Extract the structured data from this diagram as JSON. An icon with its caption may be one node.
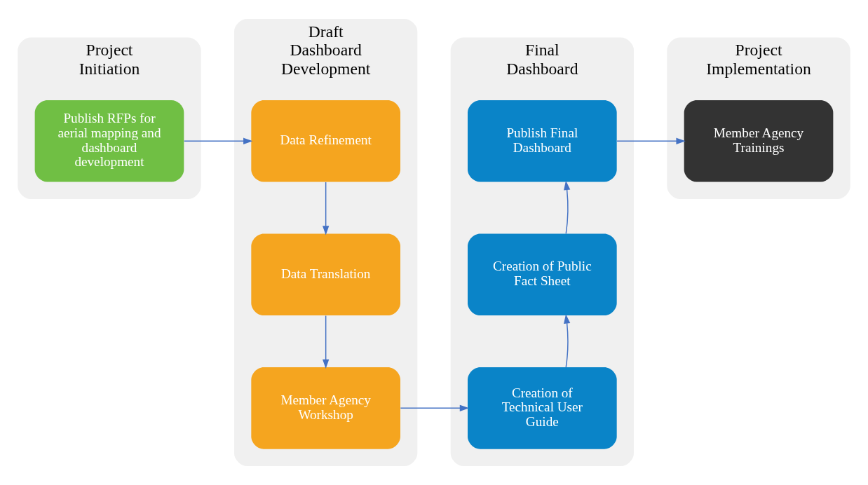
{
  "diagram": {
    "nodes": [
      {
        "text": [
          "Project Initiation"
        ]
      },
      {
        "text": [
          "Publish RFPs for aerial mapping and dashboard development"
        ],
        "in": 0
      },
      {
        "text": [
          "Draft Dashboard Development"
        ]
      },
      {
        "text": [
          "Data Refinement"
        ],
        "in": 2
      },
      {
        "text": [
          "Data Translation"
        ],
        "in": 2
      },
      {
        "text": [
          "Member Agency Workshop"
        ],
        "in": 2
      },
      {
        "text": [
          "Final Dashboard"
        ]
      },
      {
        "text": [
          "Publish Final Dashboard"
        ],
        "in": 6
      },
      {
        "text": [
          "Creation of Public Fact Sheet"
        ],
        "in": 6
      },
      {
        "text": [
          "Creation of Technical User Guide"
        ],
        "in": 6
      },
      {
        "text": [
          "Project Implementation"
        ]
      },
      {
        "text": [
          "Member Agency Trainings"
        ],
        "in": 10
      }
    ],
    "edges": [
      {
        "from": 1,
        "to": 3,
        "arrow": "to"
      },
      {
        "from": 3,
        "to": 4,
        "arrow": "to"
      },
      {
        "from": 4,
        "to": 5,
        "arrow": "to"
      },
      {
        "from": 5,
        "to": 9,
        "arrow": "to"
      },
      {
        "from": 9,
        "to": 8,
        "arrow": "to"
      },
      {
        "from": 8,
        "to": 7,
        "arrow": "to"
      },
      {
        "from": 7,
        "to": 11,
        "arrow": "to"
      }
    ]
  }
}
